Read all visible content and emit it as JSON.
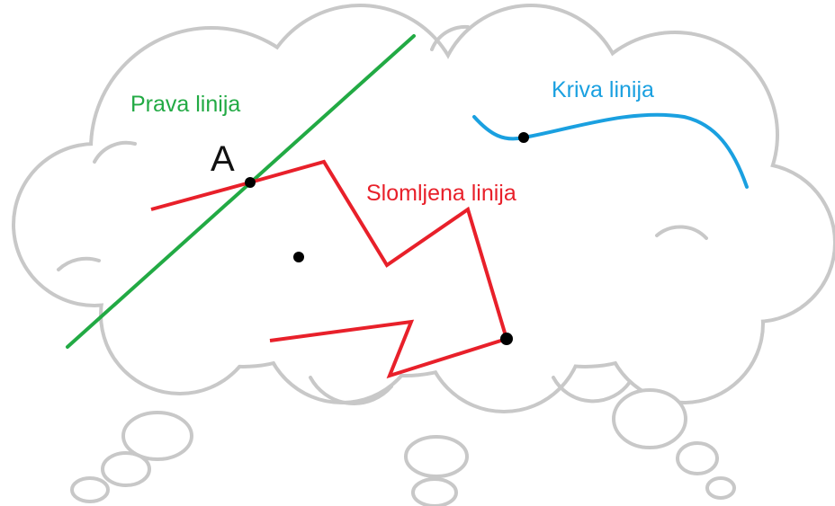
{
  "labels": {
    "straight_line": "Prava linija",
    "curved_line": "Kriva linija",
    "broken_line": "Slomljena linija",
    "point_a": "A"
  },
  "colors": {
    "cloud_outline": "#c8c8c8",
    "straight_line": "#22aa44",
    "curved_line": "#1aa0e0",
    "broken_line": "#e8202a",
    "points": "#000000",
    "point_a_label": "#111111"
  }
}
